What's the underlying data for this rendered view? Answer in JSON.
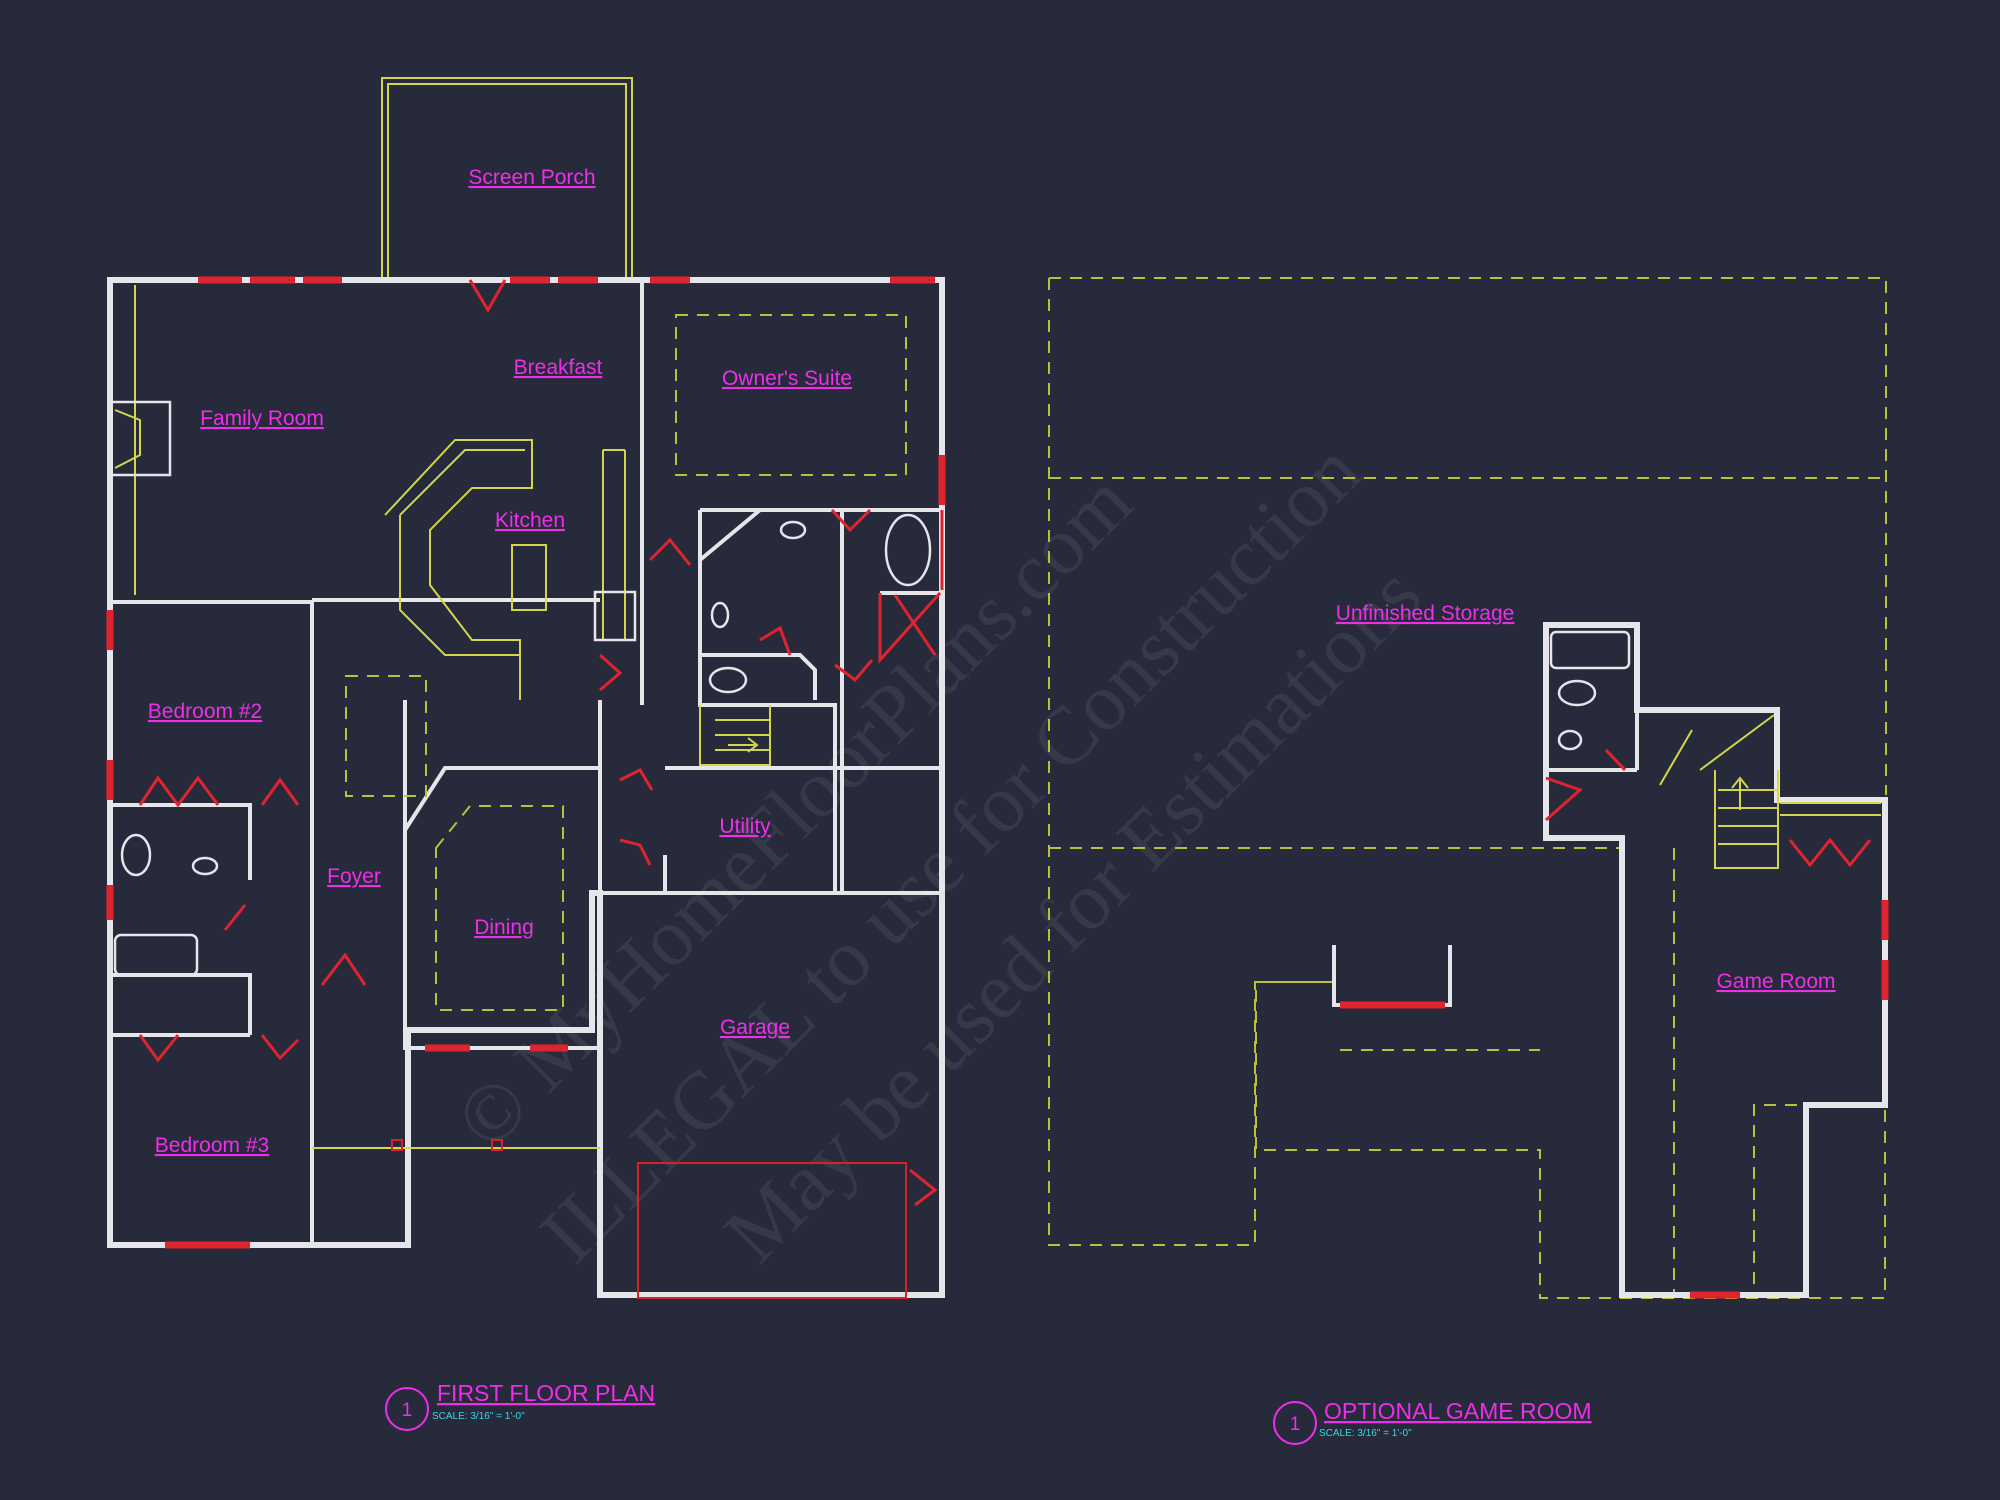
{
  "rooms": {
    "screen_porch": "Screen Porch",
    "breakfast": "Breakfast",
    "family_room": "Family Room",
    "kitchen": "Kitchen",
    "owners_suite": "Owner's Suite",
    "bedroom_2": "Bedroom #2",
    "foyer": "Foyer",
    "dining": "Dining",
    "utility": "Utility",
    "garage": "Garage",
    "bedroom_3": "Bedroom #3",
    "unfinished_storage": "Unfinished Storage",
    "game_room": "Game Room"
  },
  "first_floor": {
    "tag": "1",
    "title": "FIRST FLOOR PLAN",
    "scale": "SCALE: 3/16\" = 1'-0\""
  },
  "optional": {
    "tag": "1",
    "title": "OPTIONAL GAME ROOM",
    "scale": "SCALE: 3/16\" = 1'-0\""
  },
  "watermark": {
    "line1": "© MyHomeFloorPlans.com",
    "line2": "ILLEGAL to use for Construction",
    "line3": "May be used for Estimations"
  },
  "colors": {
    "background": "#262a3b",
    "walls": "#e6e6ea",
    "labels": "#ee2ee8",
    "doors_windows": "#e0242f",
    "outlines": "#d3d64a",
    "scale_text": "#3ad8e6"
  }
}
